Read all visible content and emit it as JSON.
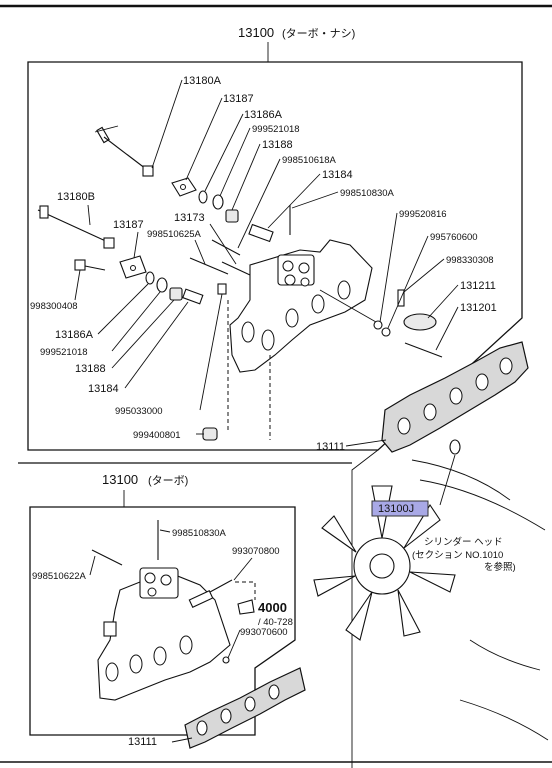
{
  "top_assembly": {
    "code": "13100",
    "note": "(ターボ・ナシ)",
    "parts": [
      "13180A",
      "13187",
      "13186A",
      "999521018",
      "13188",
      "998510618A",
      "13184",
      "998510830A",
      "13173",
      "998510625A",
      "13180B",
      "13187",
      "998300408",
      "13186A",
      "999521018",
      "13188",
      "13184",
      "995033000",
      "999400801",
      "999520816",
      "995760600",
      "998330308",
      "131211",
      "131201",
      "13111"
    ]
  },
  "reference": {
    "code": "13100J",
    "caption_line1": "シリンダー ヘッド",
    "caption_line2": "(セクション NO.1010",
    "caption_line3": "を参照)"
  },
  "bottom_assembly": {
    "code": "13100",
    "note": "(ターボ)",
    "parts": [
      "998510830A",
      "993070800",
      "998510622A",
      "4000",
      "/ 40-728",
      "993070600",
      "13111"
    ]
  },
  "colors": {
    "highlight": "#a9a9e6",
    "gasket_fill": "#d8d8d8"
  }
}
